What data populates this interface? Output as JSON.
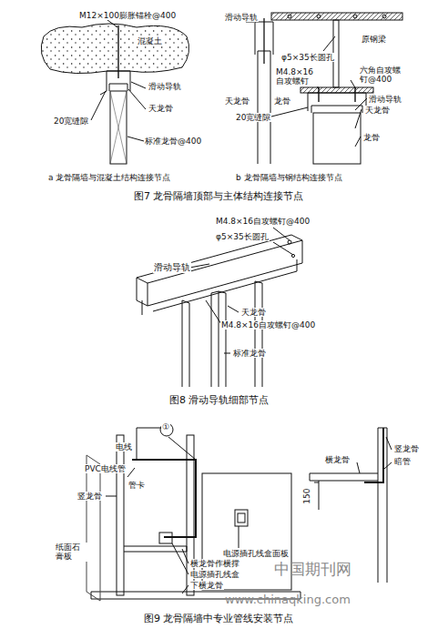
{
  "diagram": {
    "labels": [
      "M12×100膨胀锚栓@400",
      "混凝土",
      "滑动导轨",
      "20宽缝隙",
      "天龙骨",
      "标准龙骨@400",
      "a 龙骨隔墙与混凝土结构连接节点",
      "滑动导轨",
      "原钢梁",
      "φ5×35长圆孔",
      "M4.8×16自攻螺钉",
      "六角自攻螺钉@400",
      "天龙骨",
      "龙骨",
      "滑动导轨",
      "20宽缝隙",
      "天龙骨",
      "龙骨",
      "b 龙骨隔墙与钢结构连接节点",
      "图7 龙骨隔墙顶部与主体结构连接节点",
      "M4.8×16自攻螺钉@400",
      "φ5×35长圆孔",
      "滑动导轨",
      "天龙骨",
      "M4.8×16自攻螺钉@400",
      "标准龙骨",
      "图8 滑动导轨细部节点",
      "①",
      "电线",
      "PVC电线管",
      "管卡",
      "竖龙骨",
      "纸面石膏板",
      "横龙骨",
      "竖龙骨",
      "暗管",
      "150",
      "电源插孔线盒面板",
      "横龙骨作横撑",
      "电源插孔线盒",
      "下横龙骨",
      "图9 龙骨隔墙中专业管线安装节点",
      "中国期刊网",
      "www.chinaqking.com"
    ]
  }
}
